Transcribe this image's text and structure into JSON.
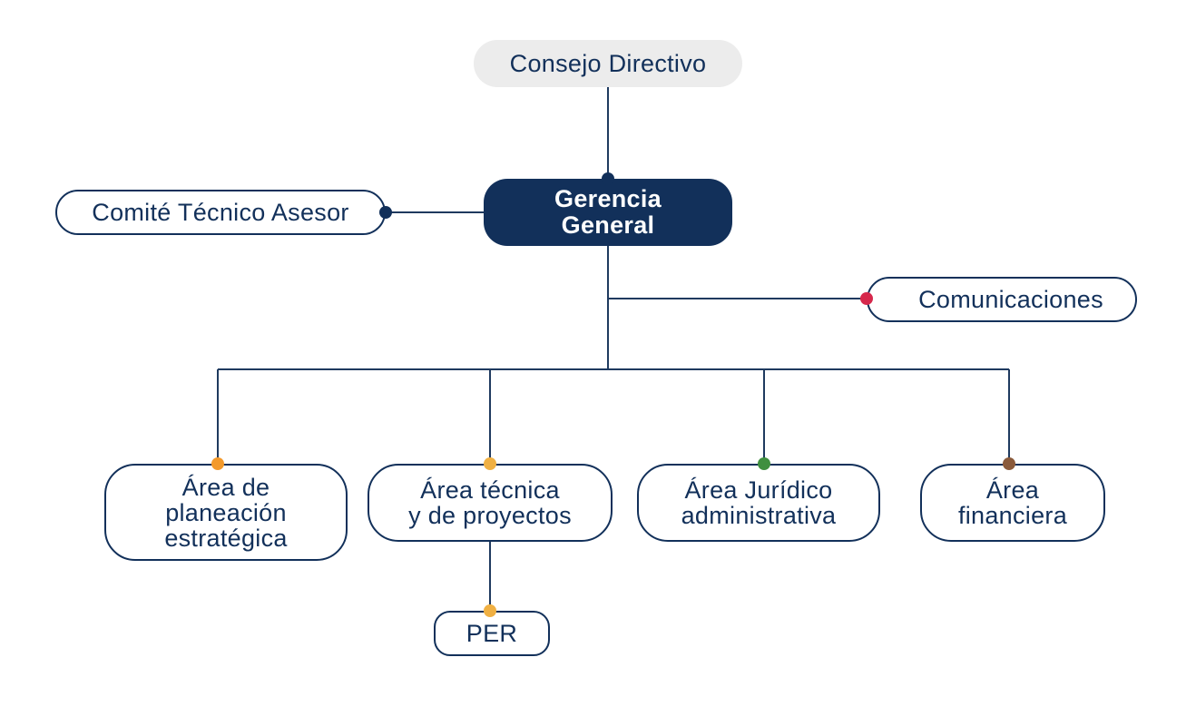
{
  "nodes": {
    "consejo": "Consejo Directivo",
    "gerencia": "Gerencia\nGeneral",
    "comite": "Comité Técnico Asesor",
    "comunicaciones": "Comunicaciones",
    "planeacion": "Área de\nplaneación\nestratégica",
    "tecnica": "Área técnica\ny de proyectos",
    "juridico": "Área Jurídico\nadministrativa",
    "financiera": "Área\nfinanciera",
    "per": "PER"
  },
  "colors": {
    "navy": "#12305a",
    "line": "#1f3a5f",
    "top_fill": "#ececec",
    "comunicaciones_dot": "#d6284c",
    "planeacion_dot": "#f39a2c",
    "tecnica_dot": "#f0b043",
    "juridico_dot": "#3f8f3f",
    "financiera_dot": "#8a5a3b"
  }
}
